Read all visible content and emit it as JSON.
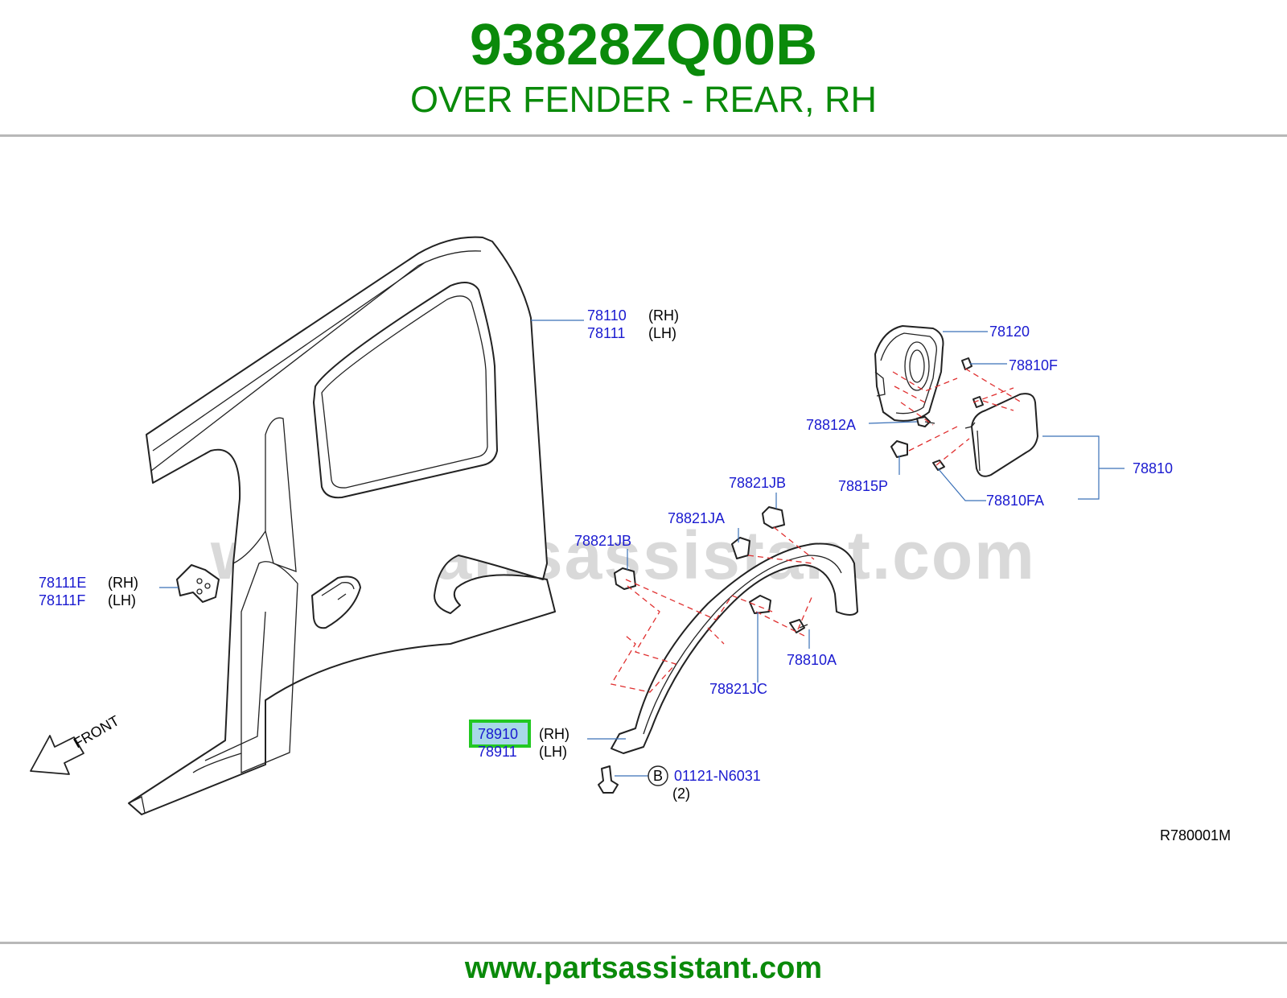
{
  "header": {
    "part_number": "93828ZQ00B",
    "description": "OVER FENDER - REAR, RH"
  },
  "watermark": "www.partsassistant.com",
  "footer": {
    "url": "www.partsassistant.com"
  },
  "colors": {
    "header": "#0a8a0a",
    "callout": "#1a1ad0",
    "highlight": "#22c822",
    "highlight_fill": "#a8d8e8",
    "leader": "#3a70b8",
    "dashed": "#e03030",
    "watermark": "#d9d9d9",
    "rule": "#b8b8b8"
  },
  "diagram": {
    "ref_code": "R780001M",
    "front_label": "FRONT",
    "callouts": {
      "p78110": {
        "code": "78110",
        "side": "(RH)"
      },
      "p78111": {
        "code": "78111",
        "side": "(LH)"
      },
      "p78120": {
        "code": "78120"
      },
      "p78810F": {
        "code": "78810F"
      },
      "p78812A": {
        "code": "78812A"
      },
      "p78810": {
        "code": "78810"
      },
      "p78815P": {
        "code": "78815P"
      },
      "p78810FA": {
        "code": "78810FA"
      },
      "p78821JB_top": {
        "code": "78821JB"
      },
      "p78821JA": {
        "code": "78821JA"
      },
      "p78821JB_left": {
        "code": "78821JB"
      },
      "p78111E": {
        "code": "78111E",
        "side": "(RH)"
      },
      "p78111F": {
        "code": "78111F",
        "side": "(LH)"
      },
      "p78810A": {
        "code": "78810A"
      },
      "p78821JC": {
        "code": "78821JC"
      },
      "p78910": {
        "code": "78910",
        "side": "(RH)",
        "highlighted": true
      },
      "p78911": {
        "code": "78911",
        "side": "(LH)"
      },
      "bolt": {
        "marker": "B",
        "code": "01121-N6031",
        "qty": "(2)"
      }
    }
  }
}
